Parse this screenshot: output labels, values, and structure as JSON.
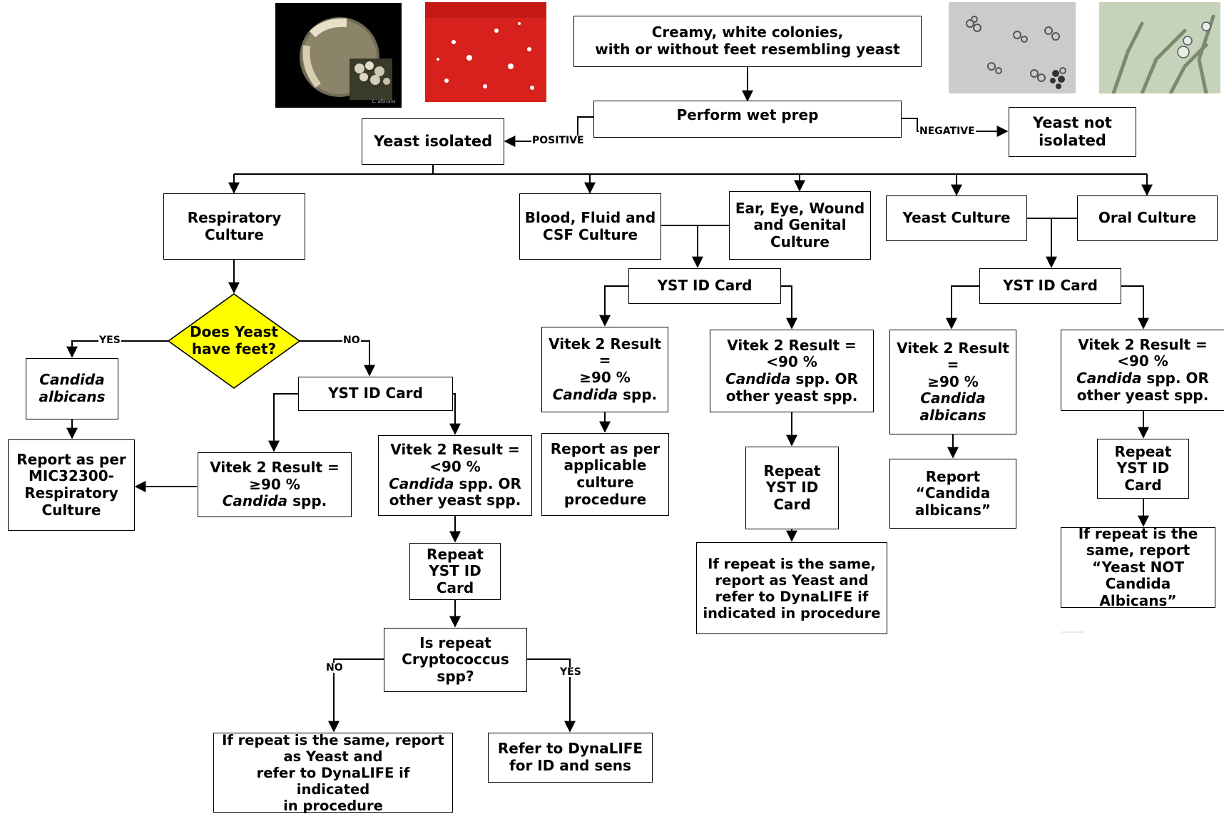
{
  "photos": {
    "petri_dish": "petri-dish-colonies-photo",
    "blood_agar": "blood-agar-colonies-photo",
    "micro_budding": "budding-yeast-microscopy-photo",
    "micro_hyphae": "pseudohyphae-microscopy-photo",
    "petri_caption": "C. albicans"
  },
  "colors": {
    "decision_fill": "#ffff00",
    "line": "#000000",
    "blood_red": "#e0231e"
  },
  "nodes": {
    "top": [
      "Creamy, white colonies,",
      "with or without feet resembling yeast"
    ],
    "wetprep": "Perform wet prep",
    "yeast_isolated": "Yeast isolated",
    "yeast_not": [
      "Yeast not",
      "isolated"
    ],
    "resp": [
      "Respiratory",
      "Culture"
    ],
    "blood": [
      "Blood, Fluid and",
      "CSF Culture"
    ],
    "ear": [
      "Ear, Eye, Wound",
      "and Genital",
      "Culture"
    ],
    "yeastc": "Yeast Culture",
    "oral": "Oral Culture",
    "diamond": [
      "Does Yeast",
      "have feet?"
    ],
    "calb": [
      "Candida",
      "albicans"
    ],
    "report_resp": [
      "Report as per",
      "MIC32300-",
      "Respiratory",
      "Culture"
    ],
    "yst_card": "YST ID Card",
    "v_ge90": {
      "pre": "Vitek 2 Result =",
      "mid": "≥90 %",
      "italic": "Candida",
      "post": " spp."
    },
    "v_lt90": {
      "pre": "Vitek 2 Result =",
      "mid": "<90 %",
      "italic": "Candida",
      "post": "  spp. OR",
      "last": "other yeast spp."
    },
    "v_blood_ge": {
      "pre": "Vitek 2 Result",
      "eq": "=",
      "mid": "≥90 %",
      "italic": "Candida",
      "post": " spp."
    },
    "v_albicans": {
      "pre": "Vitek 2 Result",
      "eq": "=",
      "mid": "≥90 %",
      "i1": "Candida",
      "i2": "albicans"
    },
    "repeat": [
      "Repeat",
      "YST ID",
      "Card"
    ],
    "cryp": [
      "Is repeat",
      "Cryptococcus",
      "spp?"
    ],
    "res_no": [
      "If repeat is the same, report",
      "as Yeast and",
      "refer to DynaLIFE if indicated",
      "in procedure"
    ],
    "res_yes": [
      "Refer to DynaLIFE",
      "for ID and sens"
    ],
    "report_app": [
      "Report as per",
      "applicable",
      "culture",
      "procedure"
    ],
    "res_ear": [
      "If repeat is the same,",
      "report as Yeast and",
      "refer to DynaLIFE if",
      "indicated in procedure"
    ],
    "report_calb": [
      "Report",
      "“Candida",
      "albicans”"
    ],
    "res_oral": [
      "If repeat is the",
      "same, report",
      "“Yeast NOT",
      "Candida Albicans”"
    ]
  },
  "labels": {
    "positive": "POSITIVE",
    "negative": "NEGATIVE",
    "yes": "YES",
    "no": "NO"
  }
}
